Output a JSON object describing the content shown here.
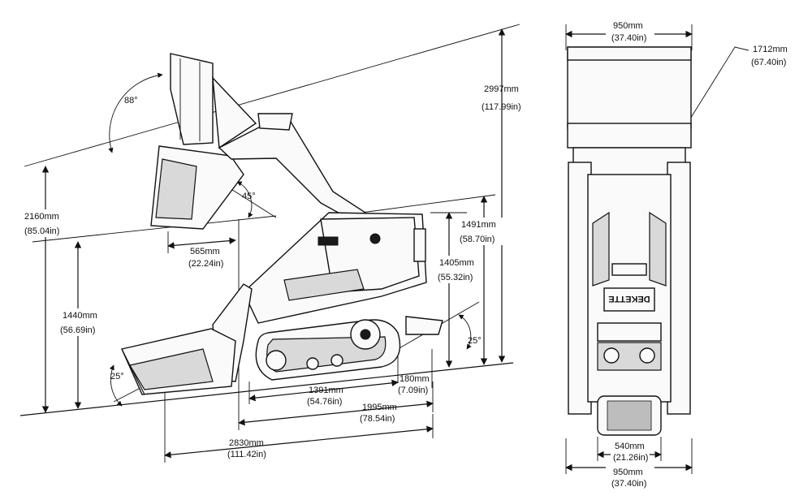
{
  "side_view": {
    "angle_dump": "88°",
    "angle_rollback": "45°",
    "angle_approach": "25°",
    "angle_departure": "25°",
    "dim_max_height": {
      "mm": "2997mm",
      "in": "(117.99in)"
    },
    "dim_dump_height": {
      "mm": "2160mm",
      "in": "(85.04in)"
    },
    "dim_dump_reach": {
      "mm": "565mm",
      "in": "(22.24in)"
    },
    "dim_pin_height": {
      "mm": "1440mm",
      "in": "(56.69in)"
    },
    "dim_height_b": {
      "mm": "1491mm",
      "in": "(58.70in)"
    },
    "dim_height_c": {
      "mm": "1405mm",
      "in": "(55.32in)"
    },
    "dim_ground_clearance": {
      "mm": "180mm",
      "in": "(7.09in)"
    },
    "dim_track_length": {
      "mm": "1391mm",
      "in": "(54.76in)"
    },
    "dim_length_no_bucket": {
      "mm": "1995mm",
      "in": "(78.54in)"
    },
    "dim_overall_length": {
      "mm": "2830mm",
      "in": "(111.42in)"
    }
  },
  "front_view": {
    "dim_bucket_width": {
      "mm": "950mm",
      "in": "(37.40in)"
    },
    "dim_height": {
      "mm": "1712mm",
      "in": "(67.40in)"
    },
    "dim_track_gap": {
      "mm": "540mm",
      "in": "(21.26in)"
    },
    "dim_overall_width": {
      "mm": "950mm",
      "in": "(37.40in)"
    },
    "brand_logo": "DEKETTE"
  },
  "colors": {
    "ink": "#111111",
    "background": "#ffffff",
    "shade": "#d9d9d9"
  }
}
